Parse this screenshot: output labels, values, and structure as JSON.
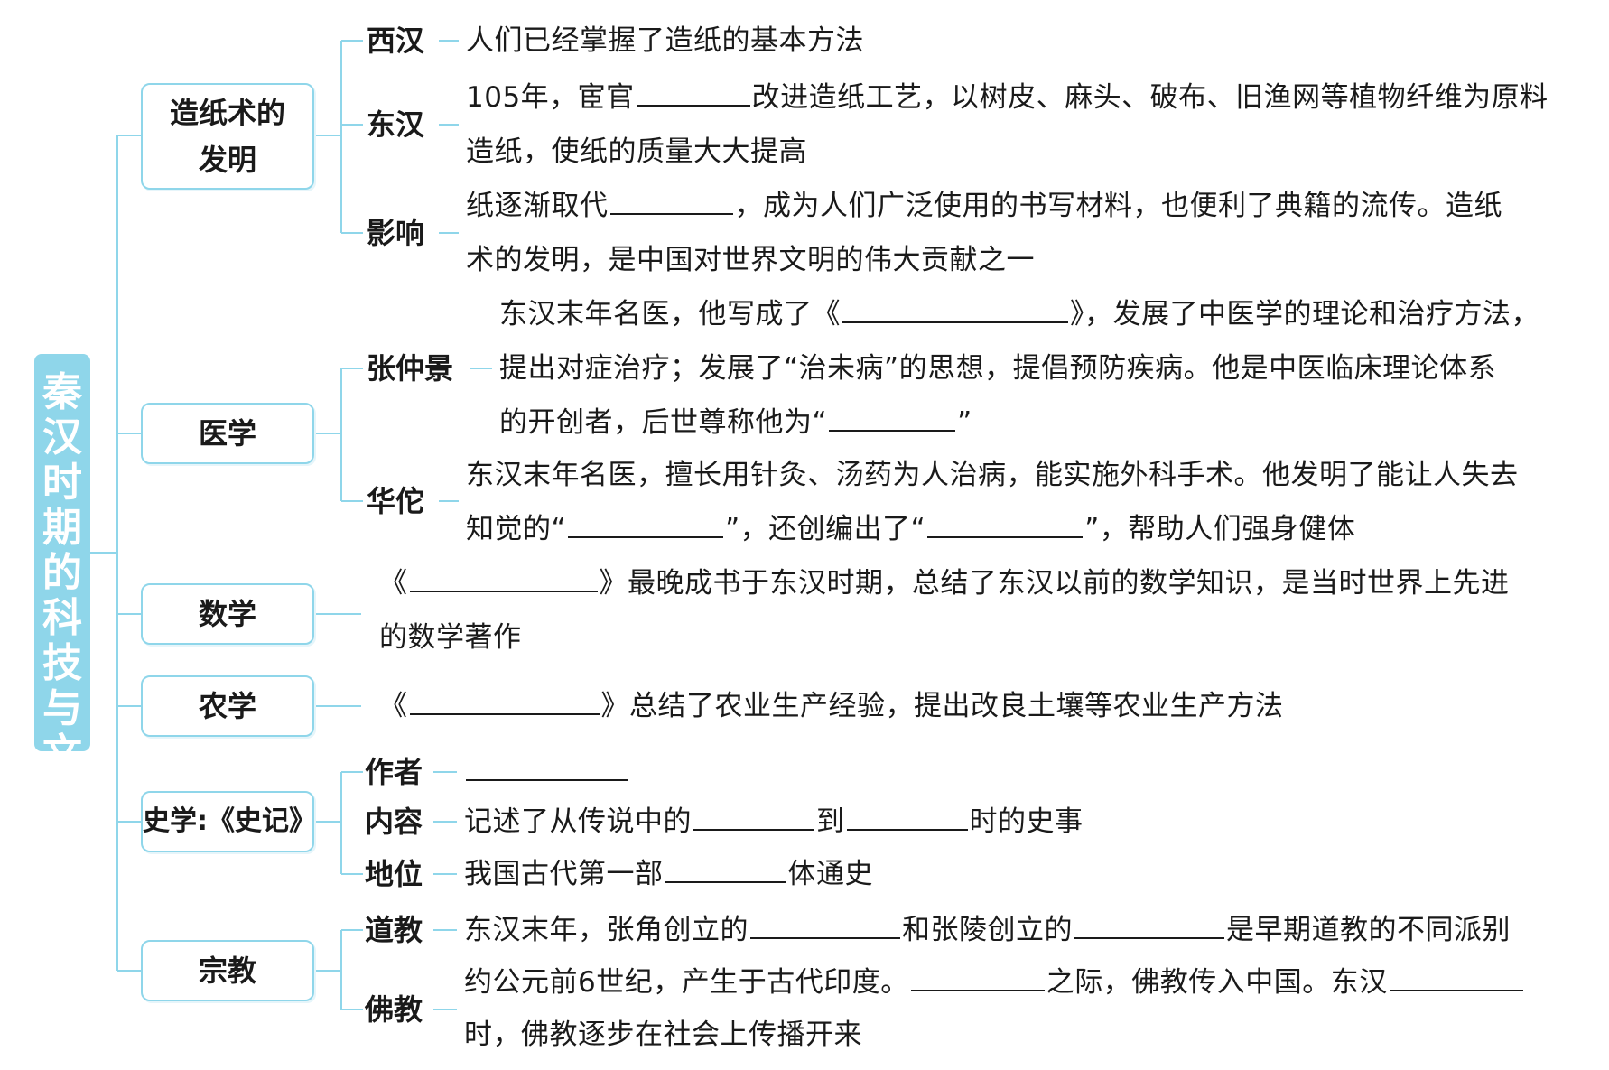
{
  "root": {
    "title": "秦汉时期的科技与文化"
  },
  "categories": {
    "papermaking": "造纸术的发明",
    "medicine": "医学",
    "math": "数学",
    "agri": "农学",
    "history": "史学:《史记》",
    "religion": "宗教"
  },
  "papermaking": {
    "xihan": {
      "label": "西汉",
      "text": "人们已经掌握了造纸的基本方法"
    },
    "donghan": {
      "label": "东汉",
      "l1a": "105年，宦官",
      "l1b": "改进造纸工艺，以树皮、麻头、破布、旧渔网等植物纤维为原料",
      "l2": "造纸，使纸的质量大大提高"
    },
    "yingxiang": {
      "label": "影响",
      "l1a": "纸逐渐取代",
      "l1b": "，成为人们广泛使用的书写材料，也便利了典籍的流传。造纸",
      "l2": "术的发明，是中国对世界文明的伟大贡献之一"
    }
  },
  "medicine": {
    "zhang": {
      "label": "张仲景",
      "l1a": "东汉末年名医，他写成了《",
      "l1b": "》，发展了中医学的理论和治疗方法，",
      "l2": "提出对症治疗；发展了“治未病”的思想，提倡预防疾病。他是中医临床理论体系",
      "l3a": "的开创者，后世尊称他为“",
      "l3b": "”"
    },
    "hua": {
      "label": "华佗",
      "l1": "东汉末年名医，擅长用针灸、汤药为人治病，能实施外科手术。他发明了能让人失去",
      "l2a": "知觉的“",
      "l2b": "”，还创编出了“",
      "l2c": "”，帮助人们强身健体"
    }
  },
  "math": {
    "l1a": "《",
    "l1b": "》最晚成书于东汉时期，总结了东汉以前的数学知识，是当时世界上先进",
    "l2": "的数学著作"
  },
  "agri": {
    "l1a": "《",
    "l1b": "》总结了农业生产经验，提出改良土壤等农业生产方法"
  },
  "history": {
    "author": {
      "label": "作者"
    },
    "content": {
      "label": "内容",
      "a": "记述了从传说中的",
      "b": "到",
      "c": "时的史事"
    },
    "status": {
      "label": "地位",
      "a": "我国古代第一部",
      "b": "体通史"
    }
  },
  "religion": {
    "dao": {
      "label": "道教",
      "a": "东汉末年，张角创立的",
      "b": "和张陵创立的",
      "c": "是早期道教的不同派别"
    },
    "fo": {
      "label": "佛教",
      "l1a": "约公元前6世纪，产生于古代印度。",
      "l1b": "之际，佛教传入中国。东汉",
      "l2": "时，佛教逐步在社会上传播开来"
    }
  }
}
